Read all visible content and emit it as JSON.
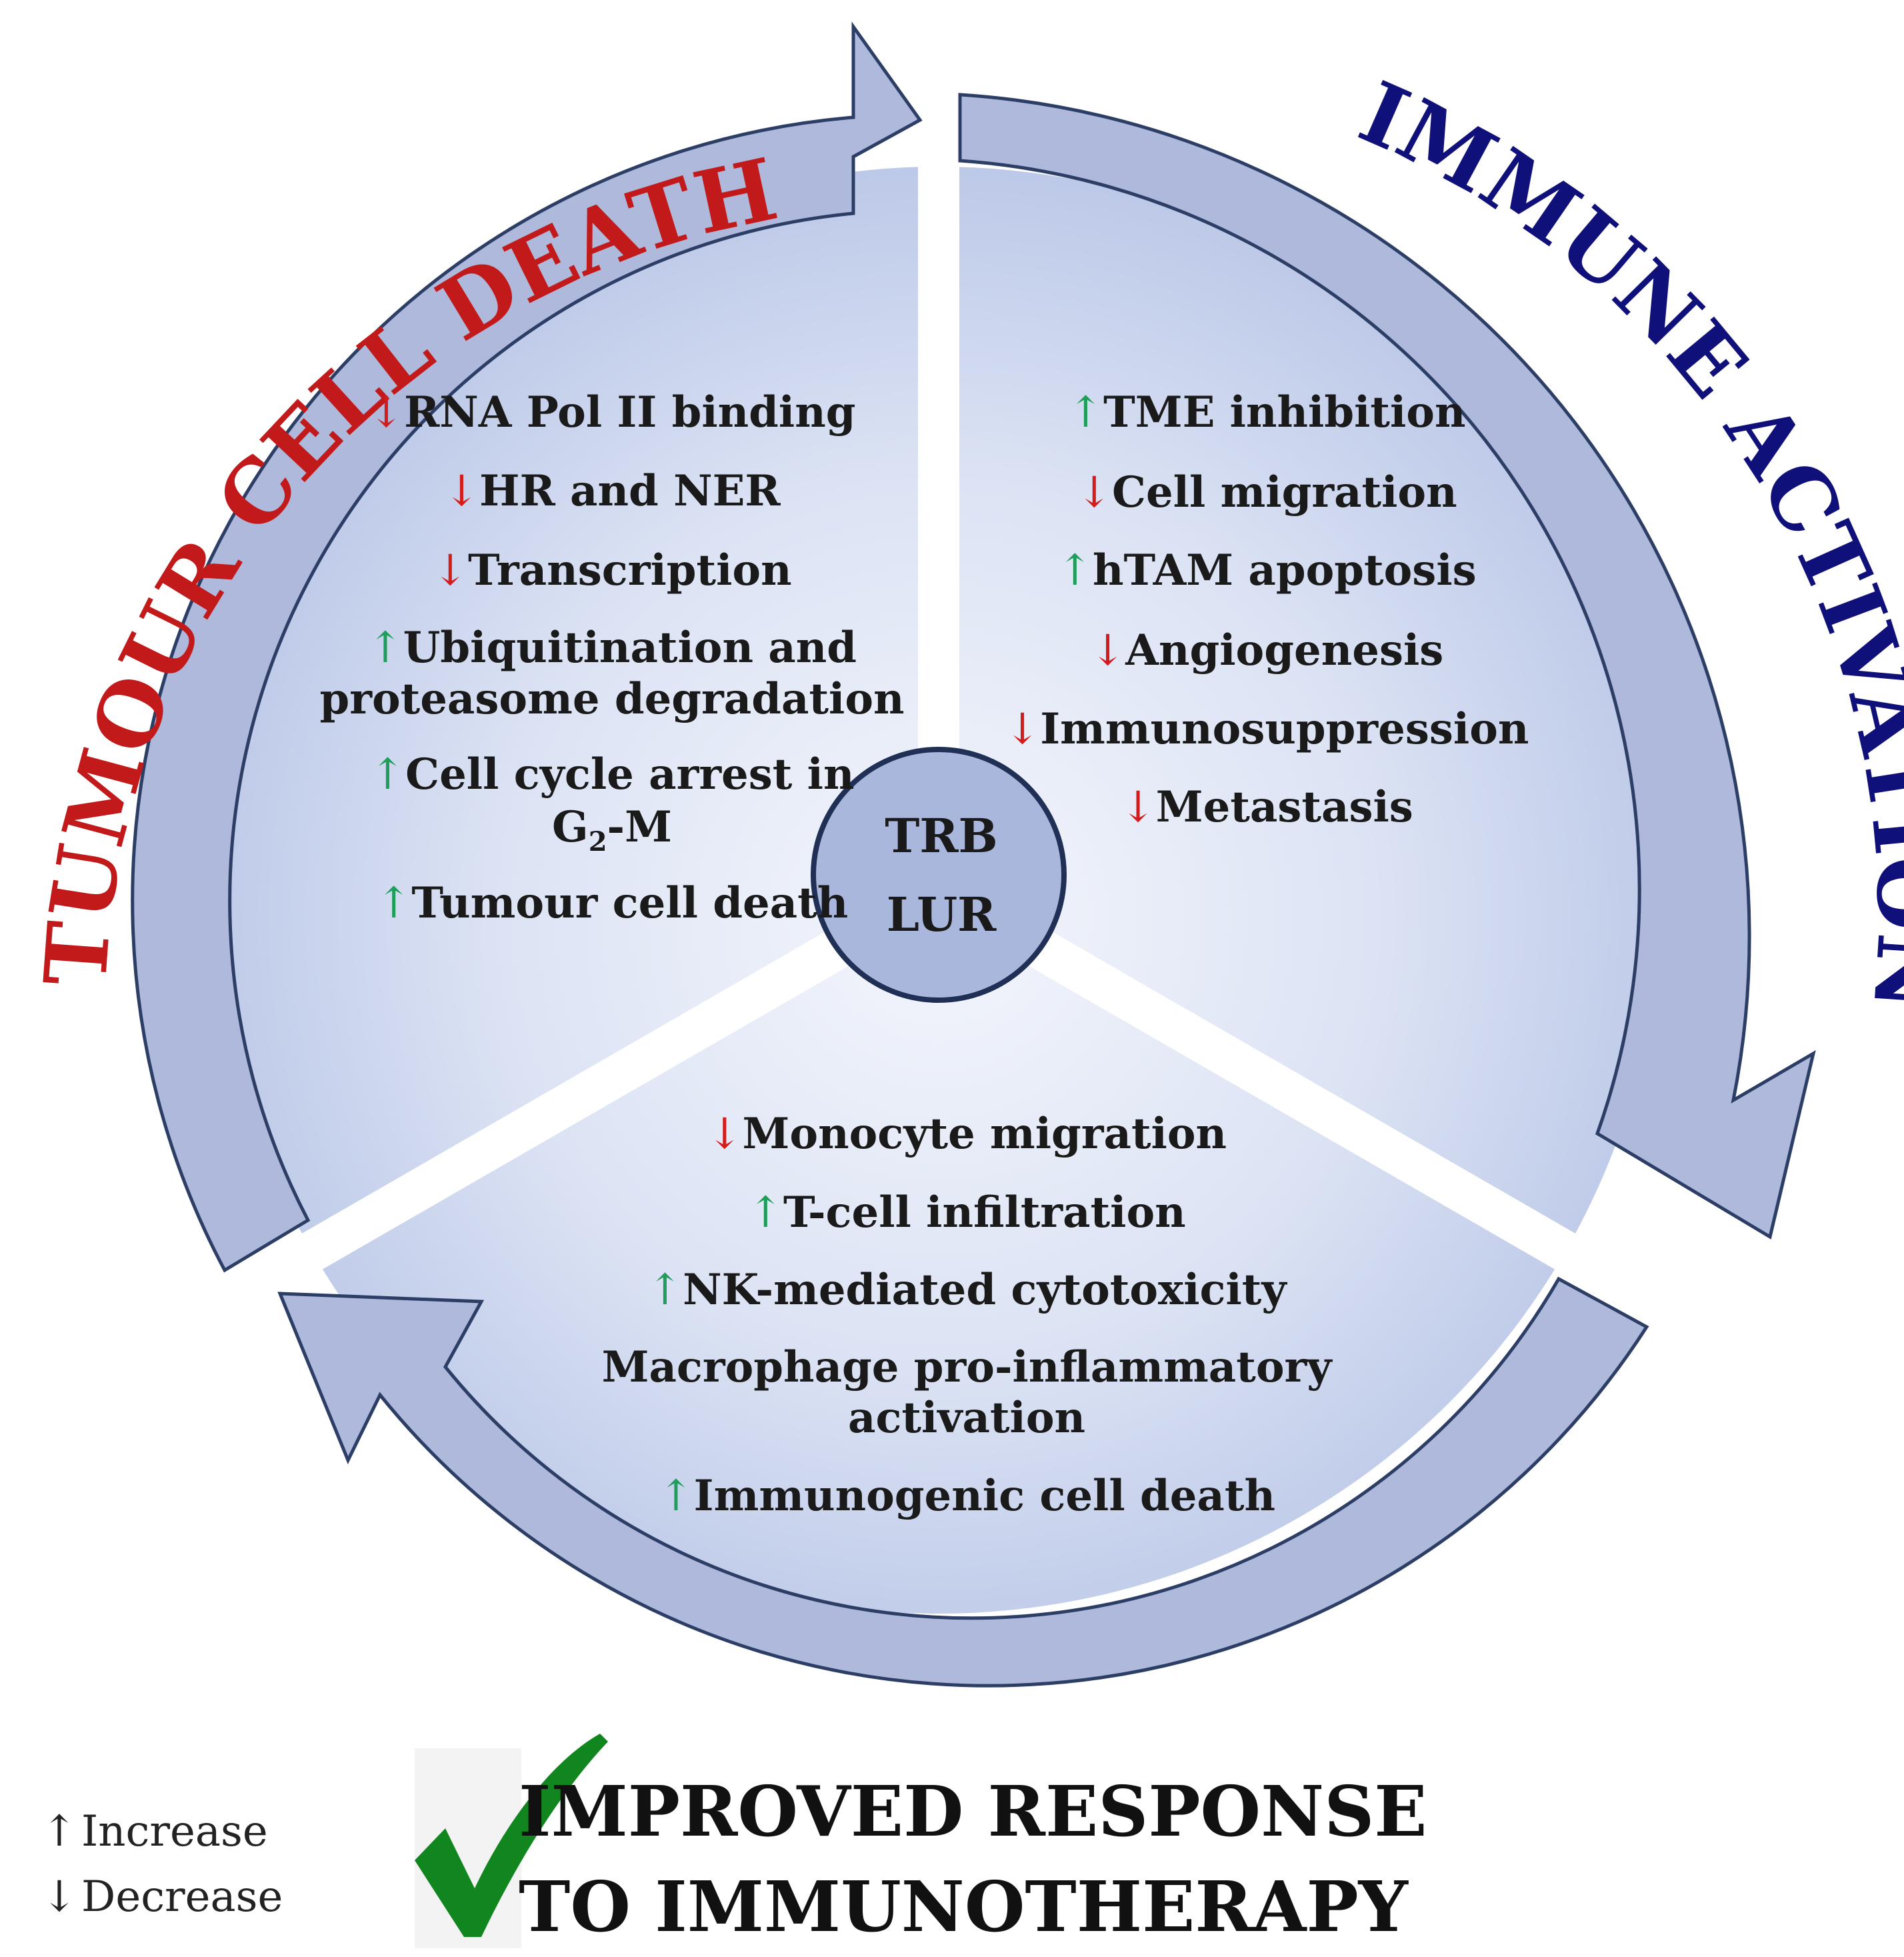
{
  "center": {
    "line1": "TRB",
    "line2": "LUR"
  },
  "colors": {
    "increase": "#1e9e5a",
    "decrease": "#d41c1c",
    "tumour_title": "#c21a1a",
    "immune_title": "#10107a",
    "arrow_fill": "#aeb9db",
    "arrow_stroke": "#2c3e66",
    "check": "#12861e"
  },
  "sections": {
    "tumour": {
      "title": "TUMOUR CELL DEATH",
      "items": [
        {
          "arrow": "↓",
          "dir": "decrease",
          "text": "RNA Pol II binding"
        },
        {
          "arrow": "↓",
          "dir": "decrease",
          "text": "HR and NER"
        },
        {
          "arrow": "↓",
          "dir": "decrease",
          "text": "Transcription"
        },
        {
          "arrow": "↑",
          "dir": "increase",
          "text": "Ubiquitination and"
        },
        {
          "arrow": "",
          "dir": "",
          "text": "proteasome degradation"
        },
        {
          "arrow": "↑",
          "dir": "increase",
          "text": "Cell cycle arrest in"
        },
        {
          "arrow": "",
          "dir": "",
          "text": "G",
          "sub": "2",
          "suffix": "-M"
        },
        {
          "arrow": "↑",
          "dir": "increase",
          "text": "Tumour cell death"
        }
      ]
    },
    "immune": {
      "title": "IMMUNE ACTIVATION",
      "items": [
        {
          "arrow": "↑",
          "dir": "increase",
          "text": "TME inhibition"
        },
        {
          "arrow": "↓",
          "dir": "decrease",
          "text": "Cell migration"
        },
        {
          "arrow": "↑",
          "dir": "increase",
          "text": "hTAM apoptosis"
        },
        {
          "arrow": "↓",
          "dir": "decrease",
          "text": "Angiogenesis"
        },
        {
          "arrow": "↓",
          "dir": "decrease",
          "text": "Immunosuppression"
        },
        {
          "arrow": "↓",
          "dir": "decrease",
          "text": "Metastasis"
        }
      ]
    },
    "bottom": {
      "items": [
        {
          "arrow": "↓",
          "dir": "decrease",
          "text": "Monocyte migration"
        },
        {
          "arrow": "↑",
          "dir": "increase",
          "text": "T-cell infiltration"
        },
        {
          "arrow": "↑",
          "dir": "increase",
          "text": "NK-mediated cytotoxicity"
        },
        {
          "arrow": "",
          "dir": "",
          "text": "Macrophage pro-inflammatory"
        },
        {
          "arrow": "",
          "dir": "",
          "text": "activation"
        },
        {
          "arrow": "↑",
          "dir": "increase",
          "text": "Immunogenic cell death"
        }
      ]
    }
  },
  "legend": {
    "increase": {
      "arrow": "↑",
      "label": "Increase"
    },
    "decrease": {
      "arrow": "↓",
      "label": "Decrease"
    }
  },
  "conclusion": {
    "line1": "IMPROVED RESPONSE",
    "line2": "TO IMMUNOTHERAPY"
  }
}
